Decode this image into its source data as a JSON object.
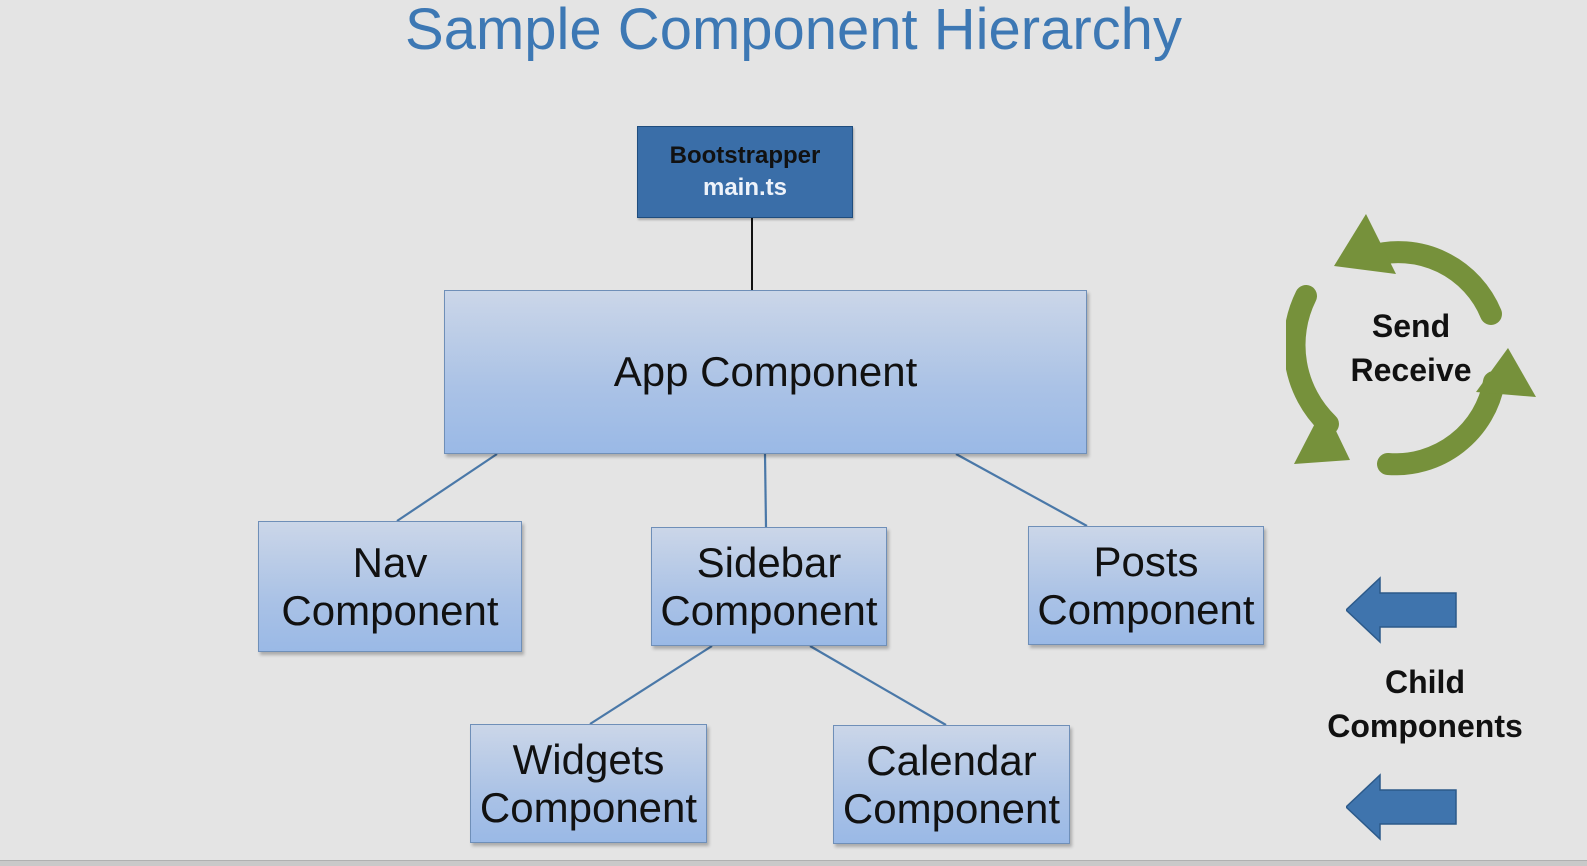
{
  "slide": {
    "title": "Sample Component Hierarchy"
  },
  "nodes": {
    "bootstrapper": {
      "line1": "Bootstrapper",
      "line2": "main.ts"
    },
    "app": {
      "label": "App Component"
    },
    "nav": {
      "label": "Nav\nComponent"
    },
    "sidebar": {
      "label": "Sidebar\nComponent"
    },
    "posts": {
      "label": "Posts\nComponent"
    },
    "widgets": {
      "label": "Widgets\nComponent"
    },
    "calendar": {
      "label": "Calendar\nComponent"
    }
  },
  "legend": {
    "cycle_label": "Send\nReceive",
    "child_label": "Child\nComponents"
  },
  "colors": {
    "title": "#3d78b4",
    "box_fill": "#aac2e6",
    "bootstrap_fill": "#3a6ea8",
    "cycle_arrows": "#76913b",
    "child_arrows": "#3f74ad",
    "connector": "#4a78a8"
  },
  "icons": {
    "cycle": "circular-arrows-icon",
    "child_arrow": "left-arrow-icon"
  }
}
